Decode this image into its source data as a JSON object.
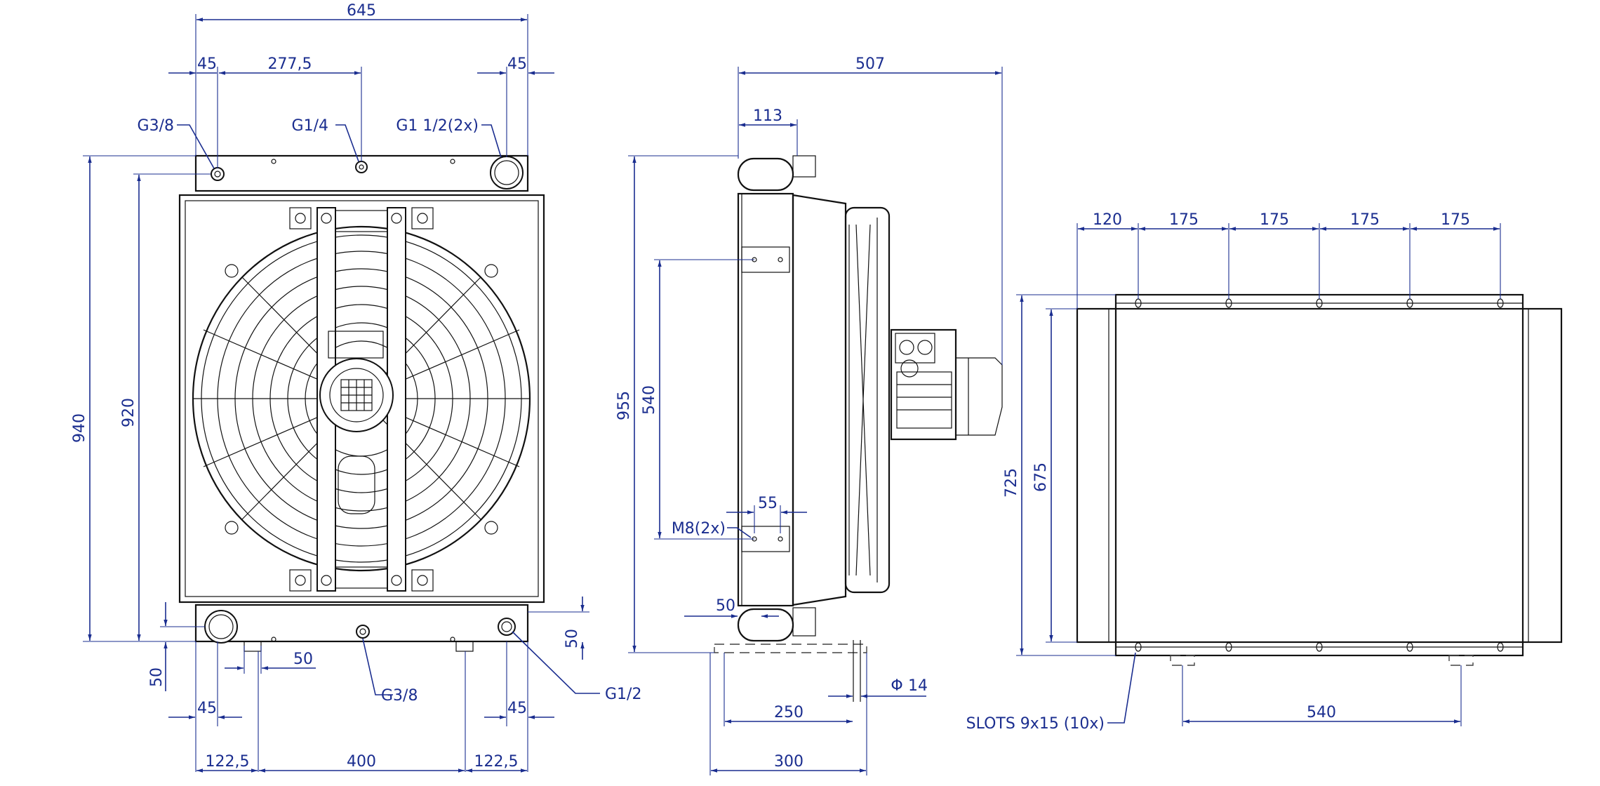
{
  "colors": {
    "dimension": "#1a2d8f",
    "outline": "#111111",
    "background": "#ffffff"
  },
  "front": {
    "overall_width": "645",
    "left_offset": "45",
    "center_offset": "277,5",
    "right_offset": "45",
    "port_left": "G3/8",
    "port_center": "G1/4",
    "port_right": "G1 1/2(2x)",
    "overall_height": "940",
    "core_height": "920",
    "bottom_height": "50",
    "bottom_inset": "50",
    "port_bottom": "G3/8",
    "port_bottom_right": "G1/2",
    "bottom_right_height": "50",
    "foot_left_offset": "45",
    "foot_right_offset": "45",
    "foot_left": "122,5",
    "foot_spacing": "400",
    "foot_right": "122,5"
  },
  "side": {
    "overall_depth": "507",
    "top_depth": "113",
    "overall_height": "955",
    "mount_spacing": "540",
    "mount_width": "55",
    "mount_thread": "M8(2x)",
    "bottom_offset": "50",
    "foot_inner": "250",
    "hole_symbol": "Φ",
    "hole_diameter": "14",
    "foot_outer": "300"
  },
  "top": {
    "slot_pitch_first": "120",
    "slot_pitch": [
      "175",
      "175",
      "175",
      "175"
    ],
    "height_outer": "725",
    "height_inner": "675",
    "slots_label": "SLOTS 9x15 (10x)",
    "foot_spacing": "540"
  }
}
